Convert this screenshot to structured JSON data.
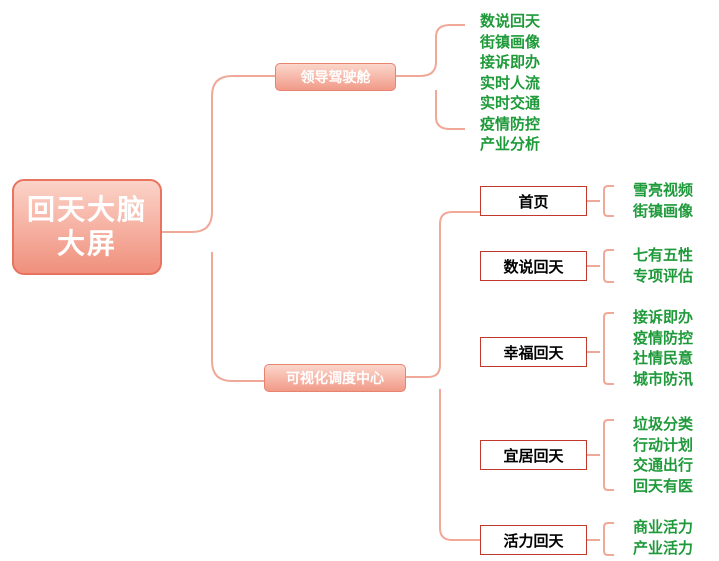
{
  "root": {
    "label": "回天大脑\n大屏"
  },
  "branches": {
    "cockpit": {
      "label": "领导驾驶舱",
      "items": [
        "数说回天",
        "街镇画像",
        "接诉即办",
        "实时人流",
        "实时交通",
        "疫情防控",
        "产业分析"
      ]
    },
    "center": {
      "label": "可视化调度中心",
      "nodes": [
        {
          "label": "首页",
          "items": [
            "雪亮视频",
            "街镇画像"
          ]
        },
        {
          "label": "数说回天",
          "items": [
            "七有五性",
            "专项评估"
          ]
        },
        {
          "label": "幸福回天",
          "items": [
            "接诉即办",
            "疫情防控",
            "社情民意",
            "城市防汛"
          ]
        },
        {
          "label": "宜居回天",
          "items": [
            "垃圾分类",
            "行动计划",
            "交通出行",
            "回天有医"
          ]
        },
        {
          "label": "活力回天",
          "items": [
            "商业活力",
            "产业活力"
          ]
        }
      ]
    }
  },
  "colors": {
    "connector": "#f0a898",
    "leaf_text": "#1f9a3a",
    "node_border": "#c0392b"
  }
}
